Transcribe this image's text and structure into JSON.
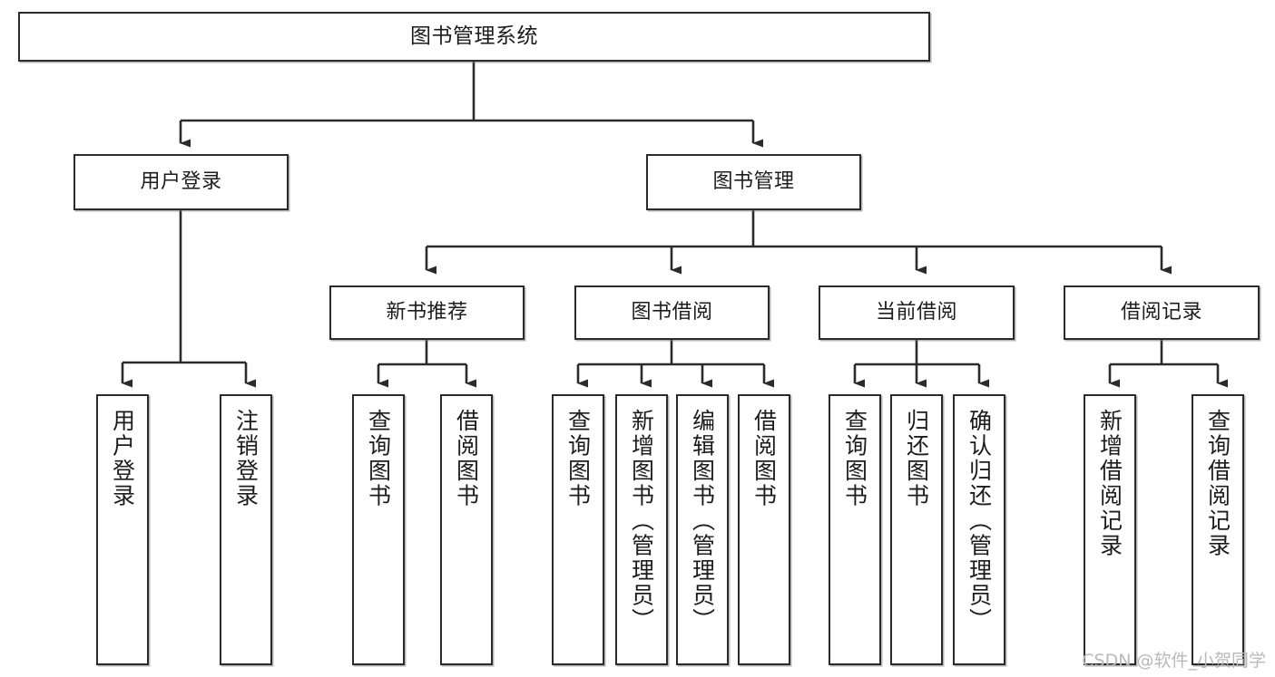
{
  "diagram": {
    "title": "图书管理系统",
    "type": "tree",
    "colors": {
      "box_border": "#2b2b2b",
      "box_fill": "#ffffff",
      "edge": "#2b2b2b",
      "text": "#1c1c1c",
      "watermark": "#b9b9b9",
      "background": "#ffffff"
    },
    "levels": {
      "root": {
        "label": "图书管理系统"
      },
      "level2": [
        {
          "label": "用户登录"
        },
        {
          "label": "图书管理"
        }
      ],
      "level3": [
        {
          "label": "新书推荐"
        },
        {
          "label": "图书借阅"
        },
        {
          "label": "当前借阅"
        },
        {
          "label": "借阅记录"
        }
      ],
      "leaves": {
        "user_login": [
          {
            "label": "用户登录"
          },
          {
            "label": "注销登录"
          }
        ],
        "new_book_recommend": [
          {
            "label": "查询图书"
          },
          {
            "label": "借阅图书"
          }
        ],
        "book_borrow": [
          {
            "label": "查询图书"
          },
          {
            "label": "新增图书（管理员）"
          },
          {
            "label": "编辑图书（管理员）"
          },
          {
            "label": "借阅图书"
          }
        ],
        "current_borrow": [
          {
            "label": "查询图书"
          },
          {
            "label": "归还图书"
          },
          {
            "label": "确认归还（管理员）"
          }
        ],
        "borrow_record": [
          {
            "label": "新增借阅记录"
          },
          {
            "label": "查询借阅记录"
          }
        ]
      }
    }
  },
  "watermark": {
    "text": "CSDN @软件_小贺同学"
  }
}
